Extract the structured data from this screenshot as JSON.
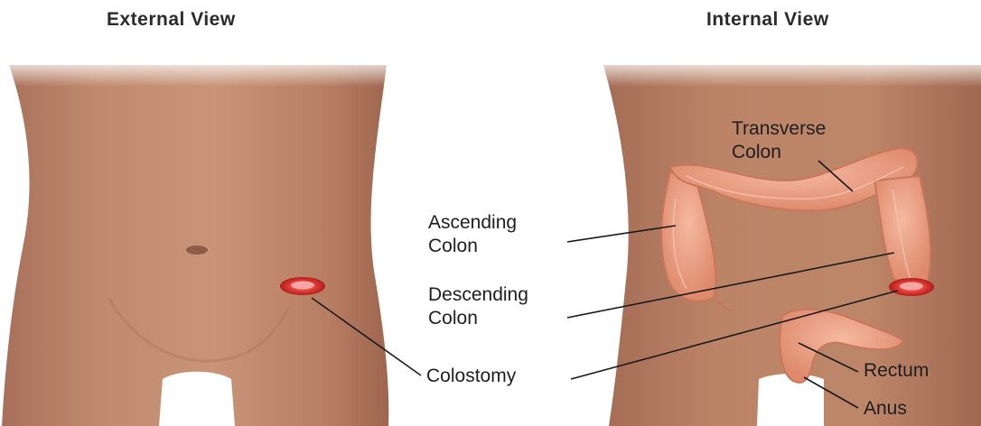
{
  "titles": {
    "external": "External View",
    "internal": "Internal View"
  },
  "labels": {
    "transverse": {
      "line1": "Transverse",
      "line2": "Colon"
    },
    "ascending": {
      "line1": "Ascending",
      "line2": "Colon"
    },
    "descending": {
      "line1": "Descending",
      "line2": "Colon"
    },
    "colostomy": "Colostomy",
    "rectum": "Rectum",
    "anus": "Anus"
  },
  "colors": {
    "skin": "#c08a6c",
    "skin_internal": "#bb8467",
    "colon": "#e59a7c",
    "stoma": "#d8302e"
  }
}
